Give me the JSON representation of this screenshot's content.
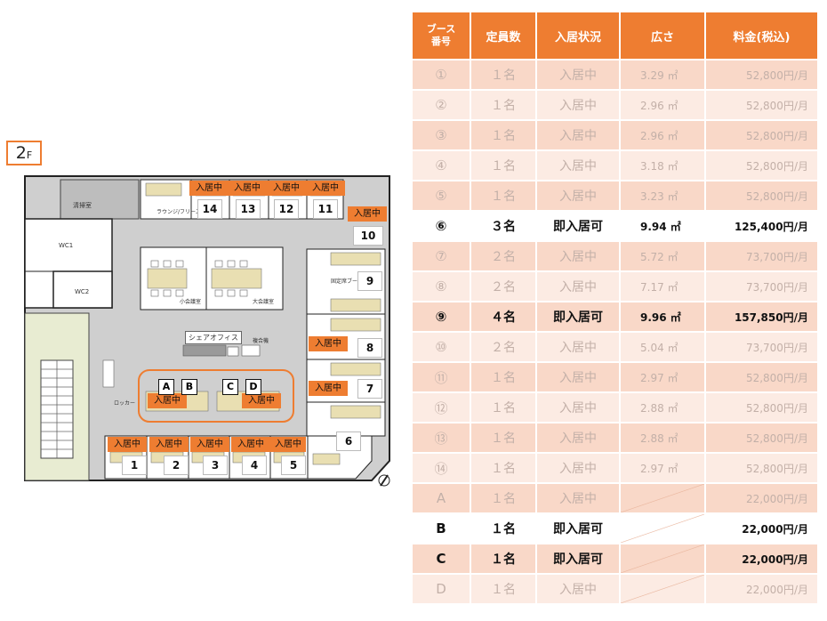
{
  "floor": {
    "label": "2",
    "label_suffix": "F",
    "rooms": {
      "cleaning": "清掃室",
      "wc1": "WC1",
      "wc2": "WC2",
      "small_meeting": "小会議室",
      "large_meeting": "大会議室",
      "share_office": "シェアオフィス",
      "copier": "複合機",
      "locker": "ロッカー",
      "fixed_booth": "固定席ブース",
      "lounge_note": "ラウンジ/フリースペース"
    },
    "occupied_label": "入居中",
    "booth_numbers": [
      "1",
      "2",
      "3",
      "4",
      "5",
      "6",
      "7",
      "8",
      "9",
      "10",
      "11",
      "12",
      "13",
      "14"
    ],
    "free_desks": [
      "A",
      "B",
      "C",
      "D"
    ]
  },
  "table": {
    "headers": {
      "booth": "ブース\n番号",
      "capacity": "定員数",
      "status": "入居状況",
      "area": "広さ",
      "price": "料金(税込)"
    },
    "rows": [
      {
        "no": "①",
        "cap": "１名",
        "status": "入居中",
        "area": "3.29 ㎡",
        "price": "52,800円/月",
        "available": false
      },
      {
        "no": "②",
        "cap": "１名",
        "status": "入居中",
        "area": "2.96 ㎡",
        "price": "52,800円/月",
        "available": false
      },
      {
        "no": "③",
        "cap": "１名",
        "status": "入居中",
        "area": "2.96 ㎡",
        "price": "52,800円/月",
        "available": false
      },
      {
        "no": "④",
        "cap": "１名",
        "status": "入居中",
        "area": "3.18 ㎡",
        "price": "52,800円/月",
        "available": false
      },
      {
        "no": "⑤",
        "cap": "１名",
        "status": "入居中",
        "area": "3.23 ㎡",
        "price": "52,800円/月",
        "available": false
      },
      {
        "no": "⑥",
        "cap": "３名",
        "status": "即入居可",
        "area": "9.94 ㎡",
        "price": "125,400円/月",
        "available": true
      },
      {
        "no": "⑦",
        "cap": "２名",
        "status": "入居中",
        "area": "5.72 ㎡",
        "price": "73,700円/月",
        "available": false
      },
      {
        "no": "⑧",
        "cap": "２名",
        "status": "入居中",
        "area": "7.17 ㎡",
        "price": "73,700円/月",
        "available": false
      },
      {
        "no": "⑨",
        "cap": "４名",
        "status": "即入居可",
        "area": "9.96 ㎡",
        "price": "157,850円/月",
        "available": true
      },
      {
        "no": "⑩",
        "cap": "２名",
        "status": "入居中",
        "area": "5.04 ㎡",
        "price": "73,700円/月",
        "available": false
      },
      {
        "no": "⑪",
        "cap": "１名",
        "status": "入居中",
        "area": "2.97 ㎡",
        "price": "52,800円/月",
        "available": false
      },
      {
        "no": "⑫",
        "cap": "１名",
        "status": "入居中",
        "area": "2.88 ㎡",
        "price": "52,800円/月",
        "available": false
      },
      {
        "no": "⑬",
        "cap": "１名",
        "status": "入居中",
        "area": "2.88 ㎡",
        "price": "52,800円/月",
        "available": false
      },
      {
        "no": "⑭",
        "cap": "１名",
        "status": "入居中",
        "area": "2.97 ㎡",
        "price": "52,800円/月",
        "available": false
      },
      {
        "no": "A",
        "cap": "１名",
        "status": "入居中",
        "area": "",
        "price": "22,000円/月",
        "available": false
      },
      {
        "no": "B",
        "cap": "１名",
        "status": "即入居可",
        "area": "",
        "price": "22,000円/月",
        "available": true
      },
      {
        "no": "C",
        "cap": "１名",
        "status": "即入居可",
        "area": "",
        "price": "22,000円/月",
        "available": true
      },
      {
        "no": "D",
        "cap": "１名",
        "status": "入居中",
        "area": "",
        "price": "22,000円/月",
        "available": false
      }
    ]
  },
  "colors": {
    "accent": "#ee7d31",
    "row_dark": "#f9d8c8",
    "row_light": "#fcebe3",
    "muted_text": "#c3b0a8"
  }
}
